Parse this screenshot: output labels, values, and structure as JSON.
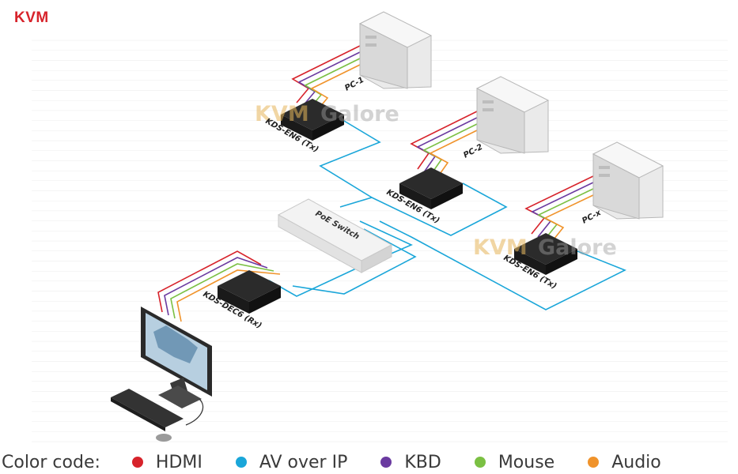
{
  "header": {
    "title": "KVM"
  },
  "watermark": {
    "text_a": "KVM",
    "text_b": "Galore"
  },
  "devices": {
    "pc1": "PC-1",
    "pc2": "PC-2",
    "pcx": "PC-x",
    "enc1": "KDS-EN6 (Tx)",
    "enc2": "KDS-EN6 (Tx)",
    "enc3": "KDS-EN6 (Tx)",
    "switch": "PoE Switch",
    "decoder": "KDS-DEC6 (Rx)"
  },
  "legend": {
    "title": "Color code:",
    "items": [
      {
        "label": "HDMI",
        "color": "#d7232b"
      },
      {
        "label": "AV over IP",
        "color": "#1aa6d9"
      },
      {
        "label": "KBD",
        "color": "#6a3aa0"
      },
      {
        "label": "Mouse",
        "color": "#7bc043"
      },
      {
        "label": "Audio",
        "color": "#f0932b"
      }
    ]
  },
  "colors": {
    "hdmi": "#d7232b",
    "avoip": "#1aa6d9",
    "kbd": "#6a3aa0",
    "mouse": "#7bc043",
    "audio": "#f0932b"
  }
}
